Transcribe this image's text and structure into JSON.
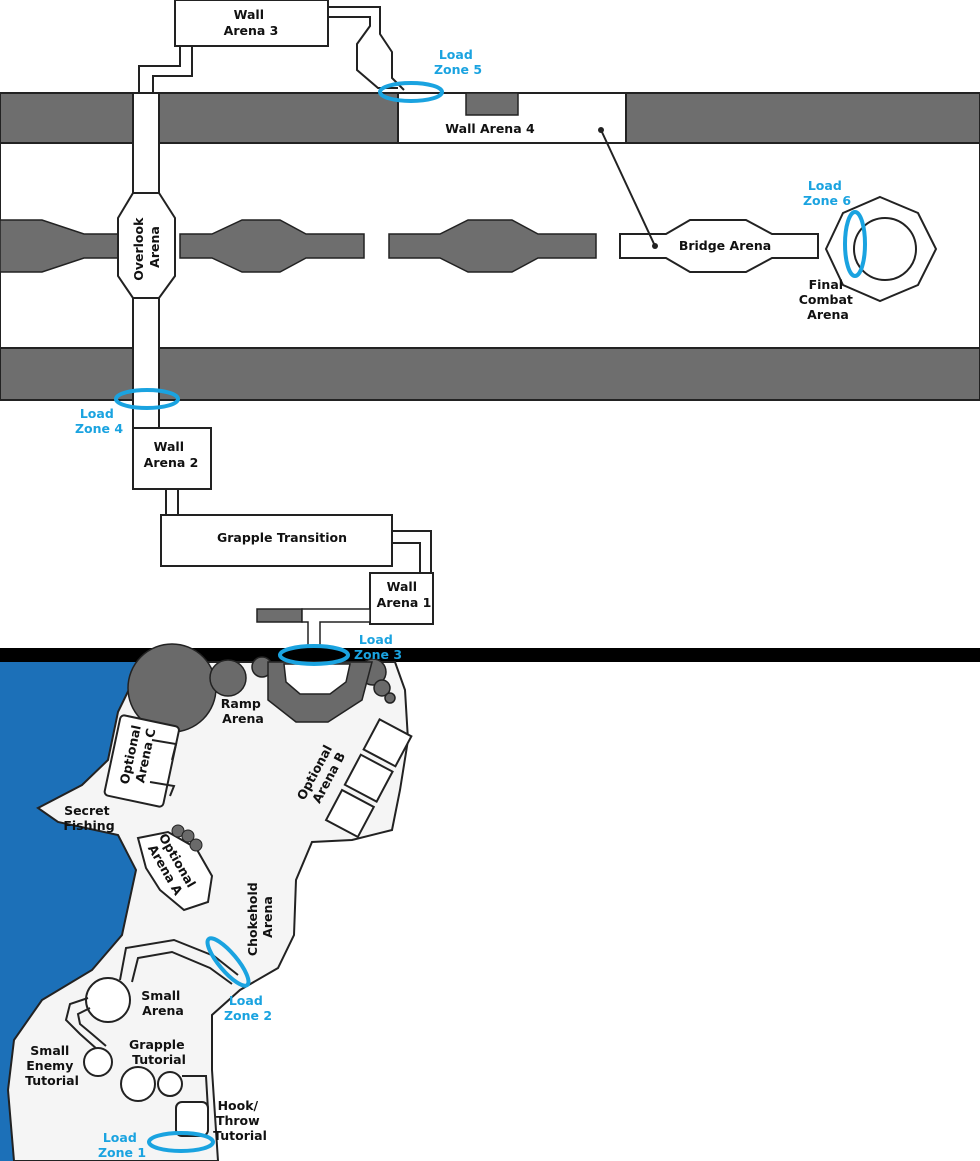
{
  "colors": {
    "wall": "#6e6e6e",
    "outline": "#222222",
    "water": "#1c70b8",
    "land": "#f5f5f5",
    "rock": "#6a6a6a",
    "load_zone": "#1aa3e0",
    "text": "#111111"
  },
  "areas": {
    "wall_arena_3": [
      "Wall",
      "Arena 3"
    ],
    "wall_arena_4": [
      "Wall Arena 4"
    ],
    "overlook_arena": [
      "Overlook",
      "Arena"
    ],
    "bridge_arena": [
      "Bridge Arena"
    ],
    "final_combat_arena": [
      "Final",
      "Combat",
      "Arena"
    ],
    "wall_arena_2": [
      "Wall",
      "Arena 2"
    ],
    "grapple_transition": [
      "Grapple Transition"
    ],
    "wall_arena_1": [
      "Wall",
      "Arena 1"
    ],
    "ramp_arena": [
      "Ramp",
      "Arena"
    ],
    "optional_arena_c": [
      "Optional",
      "Arena C"
    ],
    "optional_arena_b": [
      "Optional",
      "Arena B"
    ],
    "secret_fishing": [
      "Secret",
      "Fishing"
    ],
    "optional_arena_a": [
      "Optional",
      "Arena A"
    ],
    "chokehold_arena": [
      "Chokehold",
      "Arena"
    ],
    "small_arena": [
      "Small",
      "Arena"
    ],
    "grapple_tutorial": [
      "Grapple",
      "Tutorial"
    ],
    "small_enemy_tutorial": [
      "Small",
      "Enemy",
      "Tutorial"
    ],
    "hook_throw_tutorial": [
      "Hook/",
      "Throw",
      "Tutorial"
    ]
  },
  "load_zones": {
    "lz1": [
      "Load",
      "Zone 1"
    ],
    "lz2": [
      "Load",
      "Zone 2"
    ],
    "lz3": [
      "Load",
      "Zone 3"
    ],
    "lz4": [
      "Load",
      "Zone 4"
    ],
    "lz5": [
      "Load",
      "Zone 5"
    ],
    "lz6": [
      "Load",
      "Zone 6"
    ]
  }
}
